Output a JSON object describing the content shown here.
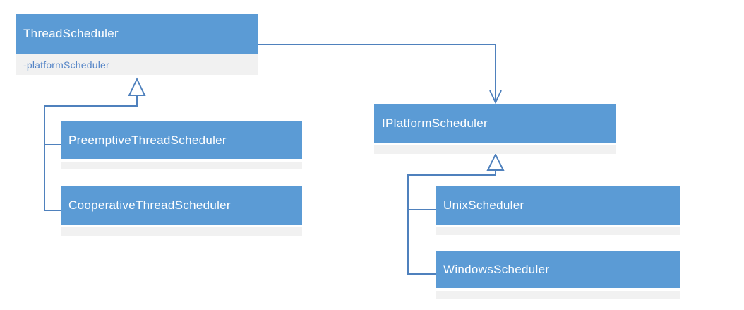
{
  "diagram": {
    "kind": "uml-class-diagram",
    "classes": [
      {
        "name": "ThreadScheduler",
        "attributes": [
          "-platformScheduler"
        ]
      },
      {
        "name": "PreemptiveThreadScheduler",
        "attributes": []
      },
      {
        "name": "CooperativeThreadScheduler",
        "attributes": []
      },
      {
        "name": "IPlatformScheduler",
        "attributes": []
      },
      {
        "name": "UnixScheduler",
        "attributes": []
      },
      {
        "name": "WindowsScheduler",
        "attributes": []
      }
    ],
    "relationships": [
      {
        "type": "generalization",
        "from": "PreemptiveThreadScheduler",
        "to": "ThreadScheduler"
      },
      {
        "type": "generalization",
        "from": "CooperativeThreadScheduler",
        "to": "ThreadScheduler"
      },
      {
        "type": "directed-association",
        "from": "ThreadScheduler",
        "to": "IPlatformScheduler"
      },
      {
        "type": "generalization",
        "from": "UnixScheduler",
        "to": "IPlatformScheduler"
      },
      {
        "type": "generalization",
        "from": "WindowsScheduler",
        "to": "IPlatformScheduler"
      }
    ],
    "colors": {
      "node_fill": "#5b9bd5",
      "attribute_row_fill": "#f1f1f1",
      "connector_stroke": "#4f81bd",
      "header_text": "#ffffff",
      "attribute_text": "#5585c7"
    }
  }
}
